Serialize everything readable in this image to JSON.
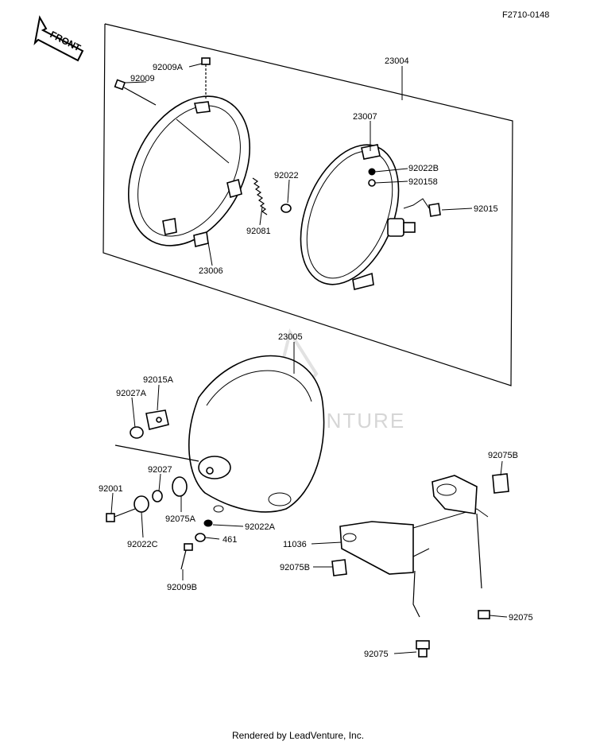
{
  "diagram_id": "F2710-0148",
  "front_label": "FRONT",
  "watermark": "LEADVENTURE",
  "footer": "Rendered by LeadVenture, Inc.",
  "parts": {
    "p23004": "23004",
    "p23007": "23007",
    "p92009A": "92009A",
    "p92009": "92009",
    "p92022": "92022",
    "p92022B": "92022B",
    "p92015B": "920158",
    "p92015": "92015",
    "p92081": "92081",
    "p23006": "23006",
    "p23005": "23005",
    "p92015A": "92015A",
    "p92027A": "92027A",
    "p92027": "92027",
    "p92001": "92001",
    "p92075A": "92075A",
    "p92022A": "92022A",
    "p92022C": "92022C",
    "p461": "461",
    "p92009B": "92009B",
    "p11036": "11036",
    "p92075B_top": "92075B",
    "p92075B": "92075B",
    "p92075_right": "92075",
    "p92075_bottom": "92075"
  }
}
